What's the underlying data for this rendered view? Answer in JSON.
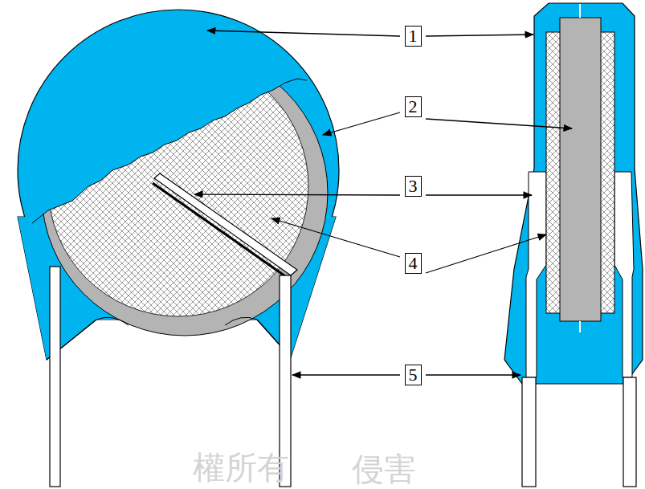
{
  "diagram": {
    "labels": [
      "1",
      "2",
      "3",
      "4",
      "5",
      "權所有",
      "侵害"
    ]
  }
}
